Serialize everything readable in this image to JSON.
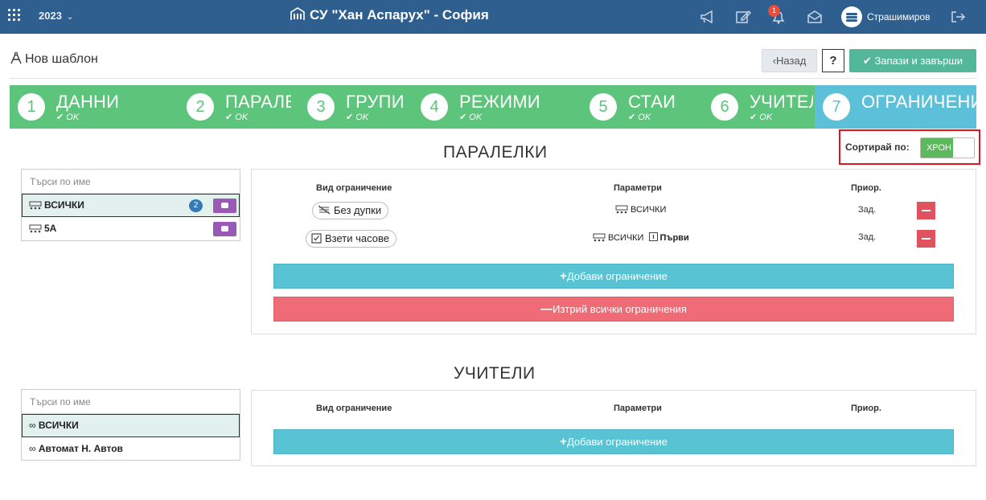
{
  "topbar": {
    "year": "2023",
    "school": "СУ \"Хан Аспарух\" - София",
    "notifications_count": "1",
    "username": "Страшимиров",
    "icons": [
      "apps-grid-icon",
      "megaphone-icon",
      "edit-icon",
      "bell-icon",
      "envelope-icon",
      "logout-icon"
    ]
  },
  "page": {
    "title": "Нов шаблон",
    "back_label": "Назад",
    "help_label": "?",
    "save_label": "Запази и завърши"
  },
  "wizard": {
    "steps": [
      {
        "num": "1",
        "label": "ДАННИ",
        "status": "OK"
      },
      {
        "num": "2",
        "label": "ПАРАЛЕЛКИ",
        "status": "OK"
      },
      {
        "num": "3",
        "label": "ГРУПИ",
        "status": "OK"
      },
      {
        "num": "4",
        "label": "РЕЖИМИ",
        "status": "OK"
      },
      {
        "num": "5",
        "label": "СТАИ",
        "status": "OK"
      },
      {
        "num": "6",
        "label": "УЧИТЕЛИ",
        "status": "OK"
      },
      {
        "num": "7",
        "label": "ОГРАНИЧЕНИЯ",
        "status": ""
      }
    ],
    "active_step": 7,
    "colors": {
      "done": "#5cc47b",
      "active": "#5bc0d8"
    }
  },
  "sort": {
    "label": "Сортирай по:",
    "toggle_value": "ХРОН"
  },
  "classes_section": {
    "title": "ПАРАЛЕЛКИ",
    "search_placeholder": "Търси по име",
    "items": [
      {
        "label": "ВСИЧКИ",
        "count": "2",
        "selected": true
      },
      {
        "label": "5А",
        "count": "",
        "selected": false
      }
    ],
    "table": {
      "headers": {
        "type": "Вид ограничение",
        "params": "Параметри",
        "priority": "Приор."
      },
      "rows": [
        {
          "type": "Без дупки",
          "type_icon": "no-gaps-icon",
          "params_main": "ВСИЧКИ",
          "params_extra": "",
          "priority": "Зад."
        },
        {
          "type": "Взети часове",
          "type_icon": "checkbox-icon",
          "params_main": "ВСИЧКИ",
          "params_extra": "Първи",
          "priority": "Зад."
        }
      ]
    },
    "add_label": "Добави ограничение",
    "delete_all_label": "Изтрий всички ограничения"
  },
  "teachers_section": {
    "title": "УЧИТЕЛИ",
    "search_placeholder": "Търси по име",
    "items": [
      {
        "label": "ВСИЧКИ",
        "selected": true
      },
      {
        "label": "Автомат Н. Автов",
        "selected": false
      }
    ],
    "table": {
      "headers": {
        "type": "Вид ограничение",
        "params": "Параметри",
        "priority": "Приор."
      }
    },
    "add_label": "Добави ограничение"
  }
}
